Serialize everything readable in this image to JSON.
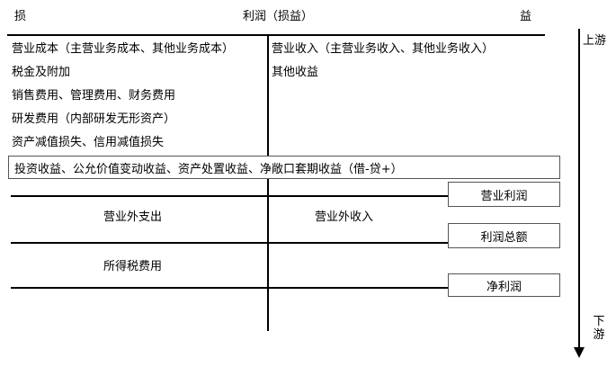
{
  "header": {
    "left": "损",
    "center": "利润（损益）",
    "right": "益"
  },
  "debit_side": [
    "营业成本（主营业务成本、其他业务成本）",
    "税金及附加",
    "销售费用、管理费用、财务费用",
    "研发费用（内部研发无形资产）",
    "资产减值损失、信用减值损失"
  ],
  "credit_side": [
    "营业收入（主营业务收入、其他业务收入）",
    "其他收益"
  ],
  "investment_box": "投资收益、公允价值变动收益、资产处置收益、净敞口套期收益（借-贷+）",
  "result_boxes": {
    "operating_profit": "营业利润",
    "total_profit": "利润总额",
    "net_profit": "净利润"
  },
  "non_operating": {
    "expense": "营业外支出",
    "income": "营业外收入"
  },
  "income_tax": "所得税费用",
  "flow": {
    "upstream": "上游",
    "downstream": "下游"
  }
}
